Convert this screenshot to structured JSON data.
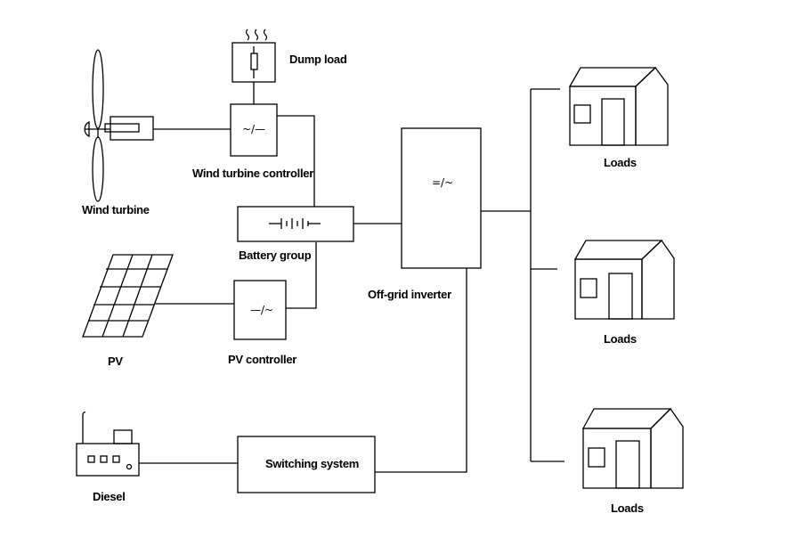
{
  "labels": {
    "dump_load": "Dump load",
    "wind_turbine_controller": "Wind turbine controller",
    "wind_turbine": "Wind turbine",
    "battery_group": "Battery group",
    "pv": "PV",
    "pv_controller": "PV controller",
    "off_grid_inverter": "Off-grid inverter",
    "switching_system": "Switching system",
    "diesel": "Diesel",
    "loads_1": "Loads",
    "loads_2": "Loads",
    "loads_3": "Loads"
  },
  "symbols": {
    "wind_controller": "~/—",
    "pv_controller": "—/~",
    "inverter": "=/~"
  }
}
